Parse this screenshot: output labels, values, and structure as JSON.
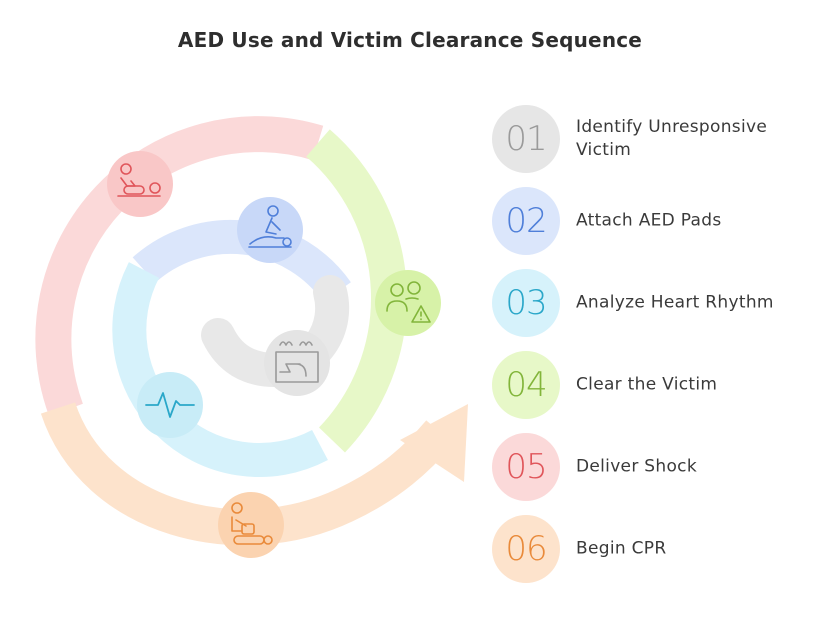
{
  "title": "AED Use and Victim Clearance Sequence",
  "steps": [
    {
      "number": "01",
      "label": "Identify Unresponsive Victim",
      "bg": "#e6e6e6",
      "fg": "#9a9a9a"
    },
    {
      "number": "02",
      "label": "Attach AED Pads",
      "bg": "#dbe6fb",
      "fg": "#4f7fd9"
    },
    {
      "number": "03",
      "label": "Analyze Heart Rhythm",
      "bg": "#d6f2fb",
      "fg": "#2aa7c9"
    },
    {
      "number": "04",
      "label": "Clear the Victim",
      "bg": "#e7f8c8",
      "fg": "#82b53a"
    },
    {
      "number": "05",
      "label": "Deliver Shock",
      "bg": "#fbd9d9",
      "fg": "#e0555a"
    },
    {
      "number": "06",
      "label": "Begin CPR",
      "bg": "#fde3cc",
      "fg": "#e98a3a"
    }
  ],
  "icons": [
    {
      "name": "victim-lying-icon",
      "step": "05"
    },
    {
      "name": "cpr-person-icon",
      "step": "02"
    },
    {
      "name": "people-warning-icon",
      "step": "04"
    },
    {
      "name": "aed-device-icon",
      "step": "01"
    },
    {
      "name": "heartbeat-icon",
      "step": "03"
    },
    {
      "name": "cpr-compression-icon",
      "step": "06"
    }
  ]
}
